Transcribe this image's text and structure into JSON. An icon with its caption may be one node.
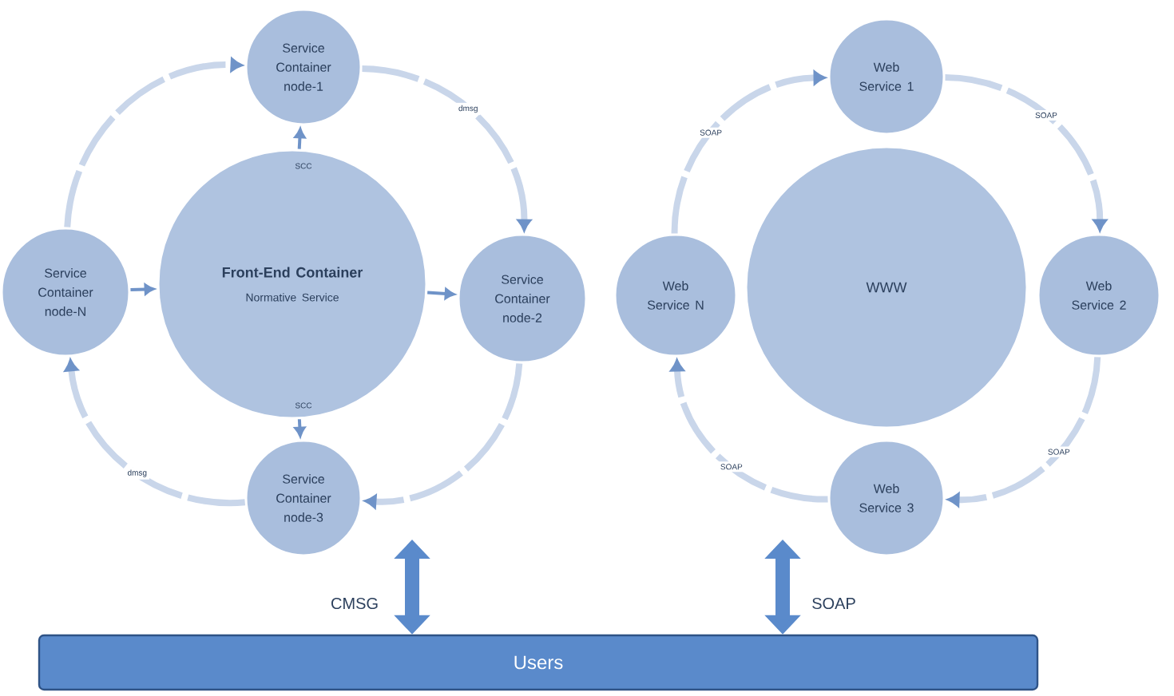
{
  "diagram": {
    "nodes": [
      {
        "text": [
          "Front-End Container",
          "Normative Service"
        ]
      },
      {
        "text": [
          "Service Container node-1"
        ]
      },
      {
        "text": [
          "Service Container node-2"
        ]
      },
      {
        "text": [
          "Service Container node-3"
        ]
      },
      {
        "text": [
          "Service Container node-N"
        ]
      },
      {
        "text": [
          "WWW"
        ]
      },
      {
        "text": [
          "Web Service 1"
        ]
      },
      {
        "text": [
          "Web Service 2"
        ]
      },
      {
        "text": [
          "Web Service 3"
        ]
      },
      {
        "text": [
          "Web Service N"
        ]
      },
      {
        "text": [
          "Users"
        ]
      }
    ],
    "edges": [
      {
        "from": 0,
        "to": 1,
        "arrow": "to",
        "label": "SCC"
      },
      {
        "from": 0,
        "to": 3,
        "arrow": "to",
        "label": "SCC"
      },
      {
        "from": 0,
        "to": 2,
        "arrow": "to"
      },
      {
        "from": 4,
        "to": 0,
        "arrow": "to"
      },
      {
        "from": 1,
        "to": 2,
        "arrow": "to",
        "style": "dashed",
        "label": "dmsg"
      },
      {
        "from": 2,
        "to": 3,
        "arrow": "to",
        "style": "dashed"
      },
      {
        "from": 3,
        "to": 4,
        "arrow": "to",
        "style": "dashed",
        "label": "dmsg"
      },
      {
        "from": 4,
        "to": 1,
        "arrow": "to",
        "style": "dashed"
      },
      {
        "from": 6,
        "to": 7,
        "arrow": "to",
        "style": "dashed",
        "label": "SOAP"
      },
      {
        "from": 7,
        "to": 8,
        "arrow": "to",
        "style": "dashed",
        "label": "SOAP"
      },
      {
        "from": 8,
        "to": 9,
        "arrow": "to",
        "style": "dashed",
        "label": "SOAP"
      },
      {
        "from": 9,
        "to": 6,
        "arrow": "to",
        "style": "dashed",
        "label": "SOAP"
      },
      {
        "from": 10,
        "to": 3,
        "arrow": "both",
        "style": "thick",
        "color": "#5a8acb",
        "label": "CMSG"
      },
      {
        "from": 10,
        "to": 8,
        "arrow": "both",
        "style": "thick",
        "color": "#5a8acb",
        "label": "SOAP"
      }
    ]
  }
}
